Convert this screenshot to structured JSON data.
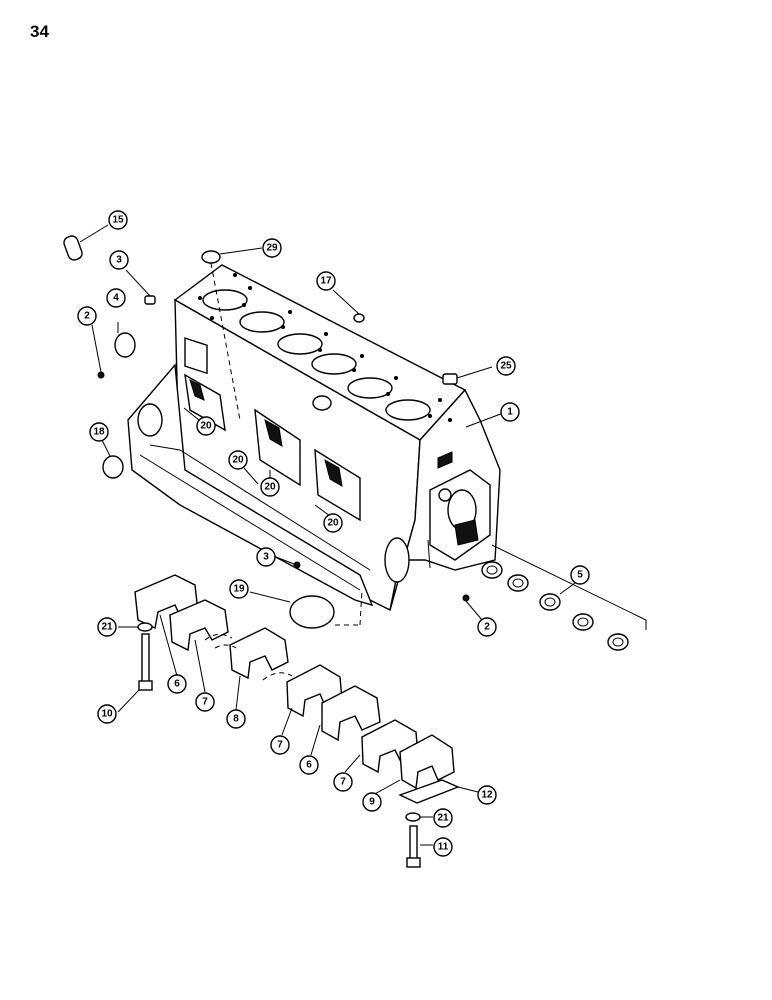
{
  "page": {
    "number": "34"
  },
  "callouts": [
    {
      "id": "c15",
      "label": "15"
    },
    {
      "id": "c29",
      "label": "29"
    },
    {
      "id": "c3a",
      "label": "3"
    },
    {
      "id": "c17",
      "label": "17"
    },
    {
      "id": "c4",
      "label": "4"
    },
    {
      "id": "c2a",
      "label": "2"
    },
    {
      "id": "c25",
      "label": "25"
    },
    {
      "id": "c1",
      "label": "1"
    },
    {
      "id": "c20a",
      "label": "20"
    },
    {
      "id": "c18",
      "label": "18"
    },
    {
      "id": "c20b",
      "label": "20"
    },
    {
      "id": "c20c",
      "label": "20"
    },
    {
      "id": "c20d",
      "label": "20"
    },
    {
      "id": "c3b",
      "label": "3"
    },
    {
      "id": "c5",
      "label": "5"
    },
    {
      "id": "c19",
      "label": "19"
    },
    {
      "id": "c2b",
      "label": "2"
    },
    {
      "id": "c21a",
      "label": "21"
    },
    {
      "id": "c6a",
      "label": "6"
    },
    {
      "id": "c7a",
      "label": "7"
    },
    {
      "id": "c10",
      "label": "10"
    },
    {
      "id": "c8",
      "label": "8"
    },
    {
      "id": "c7b",
      "label": "7"
    },
    {
      "id": "c6b",
      "label": "6"
    },
    {
      "id": "c7c",
      "label": "7"
    },
    {
      "id": "c12",
      "label": "12"
    },
    {
      "id": "c9",
      "label": "9"
    },
    {
      "id": "c21b",
      "label": "21"
    },
    {
      "id": "c11",
      "label": "11"
    }
  ]
}
